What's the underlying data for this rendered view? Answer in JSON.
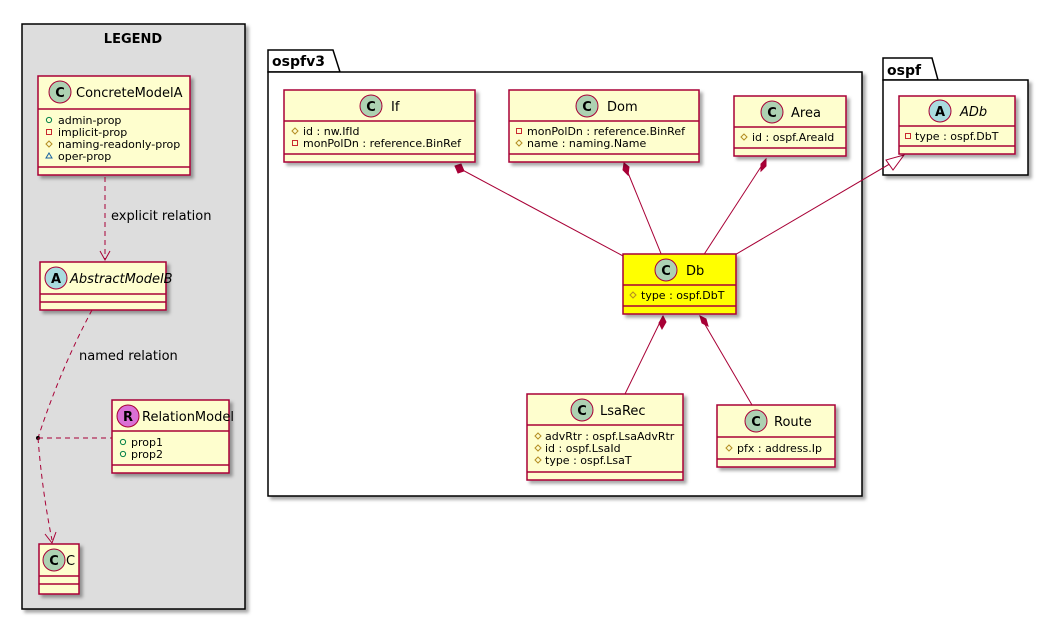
{
  "legend": {
    "title": "LEGEND",
    "concrete": {
      "name": "ConcreteModelA",
      "badge": "C",
      "attrs": [
        "admin-prop",
        "implicit-prop",
        "naming-readonly-prop",
        "oper-prop"
      ]
    },
    "abstract": {
      "name": "AbstractModelB",
      "badge": "A"
    },
    "relation_model": {
      "name": "RelationModel",
      "badge": "R",
      "attrs": [
        "prop1",
        "prop2"
      ]
    },
    "target": {
      "name": "C",
      "badge": "C"
    },
    "explicit_relation": "explicit relation",
    "named_relation": "named relation"
  },
  "packages": {
    "ospfv3": {
      "label": "ospfv3"
    },
    "ospf": {
      "label": "ospf"
    }
  },
  "classes": {
    "If": {
      "name": "If",
      "badge": "C",
      "attrs": [
        "id : nw.IfId",
        "monPolDn : reference.BinRef"
      ]
    },
    "Dom": {
      "name": "Dom",
      "badge": "C",
      "attrs": [
        "monPolDn : reference.BinRef",
        "name : naming.Name"
      ]
    },
    "Area": {
      "name": "Area",
      "badge": "C",
      "attrs": [
        "id : ospf.AreaId"
      ]
    },
    "Db": {
      "name": "Db",
      "badge": "C",
      "attrs": [
        "type : ospf.DbT"
      ]
    },
    "LsaRec": {
      "name": "LsaRec",
      "badge": "C",
      "attrs": [
        "advRtr : ospf.LsaAdvRtr",
        "id : ospf.LsaId",
        "type : ospf.LsaT"
      ]
    },
    "Route": {
      "name": "Route",
      "badge": "C",
      "attrs": [
        "pfx : address.Ip"
      ]
    },
    "ADb": {
      "name": "ADb",
      "badge": "A",
      "attrs": [
        "type : ospf.DbT"
      ]
    }
  },
  "colors": {
    "class_fill": "#FEFECE",
    "class_border": "#A80036",
    "highlight_fill": "#FFFF00",
    "badge_class": "#ADD1B2",
    "badge_abstract": "#A9DCDF",
    "badge_relation": "#DA70D6",
    "legend_bg": "#DDDDDD",
    "visibility_public": "#038048",
    "visibility_private": "#C82930",
    "visibility_protected": "#B38D22",
    "visibility_package": "#1963A0"
  }
}
